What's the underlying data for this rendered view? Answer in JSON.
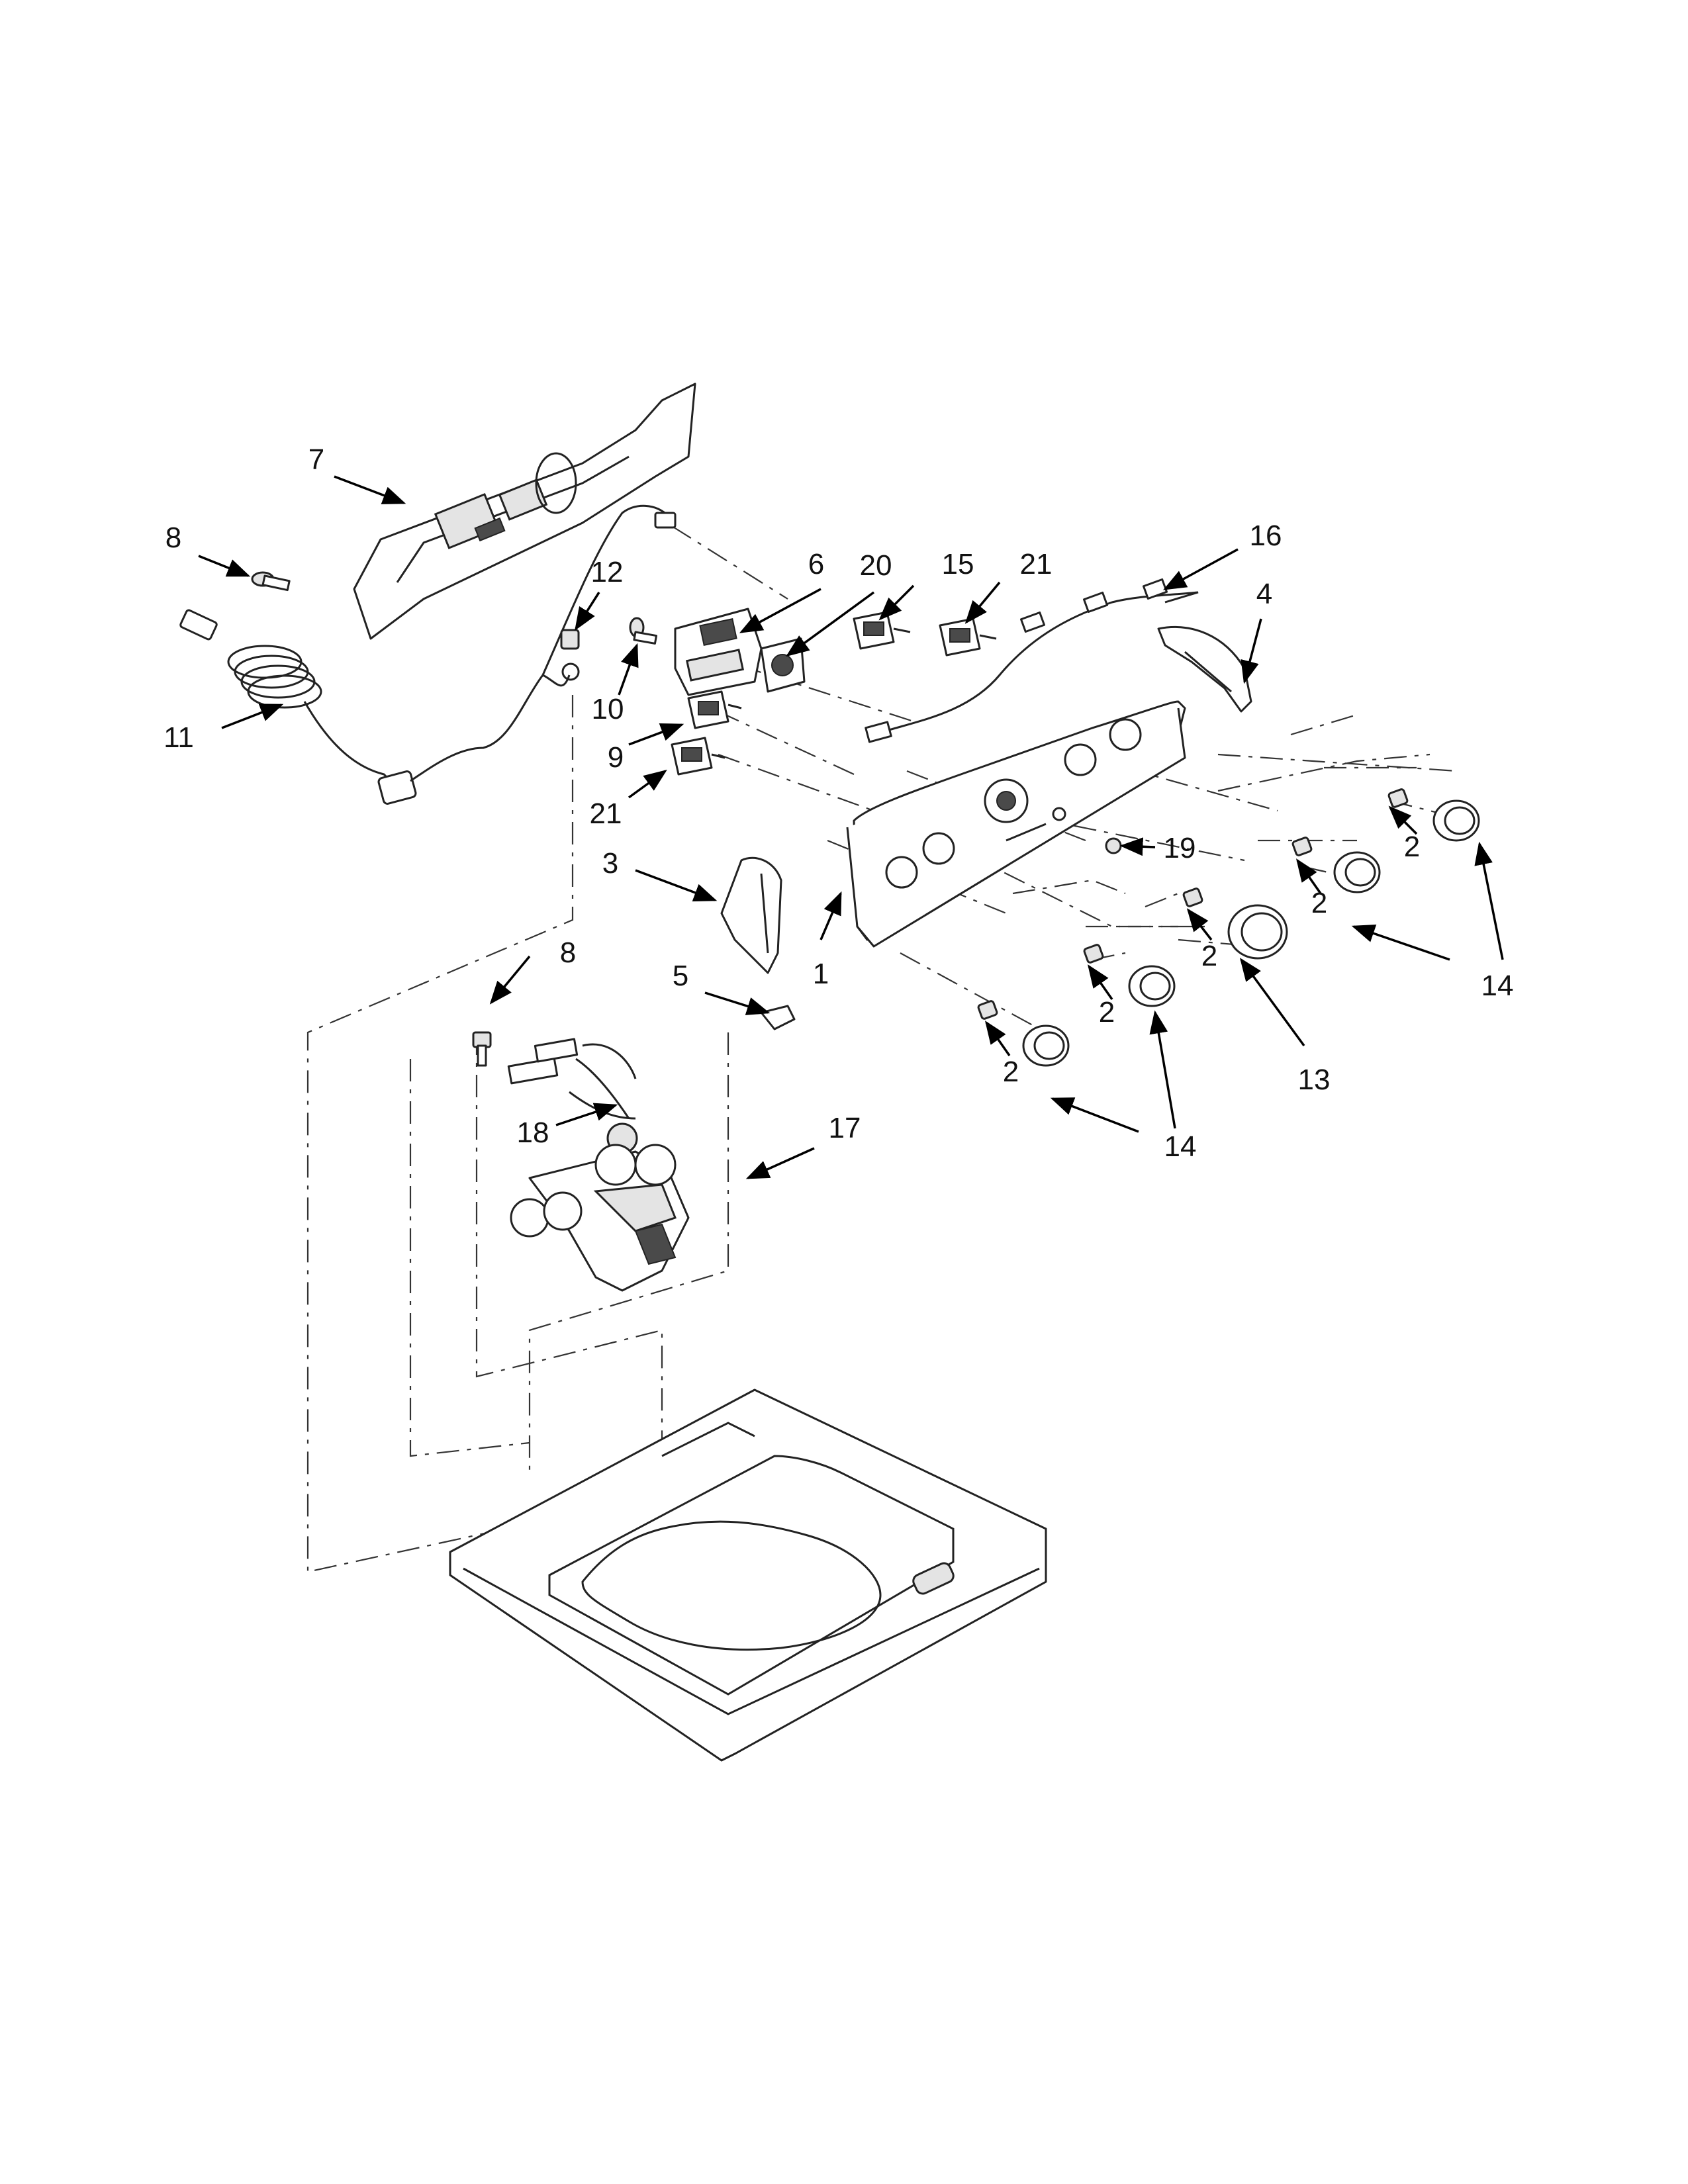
{
  "callouts": [
    {
      "id": "c7",
      "text": "7"
    },
    {
      "id": "c8a",
      "text": "8"
    },
    {
      "id": "c12",
      "text": "12"
    },
    {
      "id": "c11",
      "text": "11"
    },
    {
      "id": "c10",
      "text": "10"
    },
    {
      "id": "c9",
      "text": "9"
    },
    {
      "id": "c21a",
      "text": "21"
    },
    {
      "id": "c6",
      "text": "6"
    },
    {
      "id": "c20",
      "text": "20"
    },
    {
      "id": "c15",
      "text": "15"
    },
    {
      "id": "c21b",
      "text": "21"
    },
    {
      "id": "c16",
      "text": "16"
    },
    {
      "id": "c4",
      "text": "4"
    },
    {
      "id": "c3",
      "text": "3"
    },
    {
      "id": "c5",
      "text": "5"
    },
    {
      "id": "c1",
      "text": "1"
    },
    {
      "id": "c19",
      "text": "19"
    },
    {
      "id": "c2a",
      "text": "2"
    },
    {
      "id": "c2b",
      "text": "2"
    },
    {
      "id": "c2c",
      "text": "2"
    },
    {
      "id": "c2d",
      "text": "2"
    },
    {
      "id": "c2e",
      "text": "2"
    },
    {
      "id": "c14a",
      "text": "14"
    },
    {
      "id": "c13",
      "text": "13"
    },
    {
      "id": "c14b",
      "text": "14"
    },
    {
      "id": "c8b",
      "text": "8"
    },
    {
      "id": "c18",
      "text": "18"
    },
    {
      "id": "c17",
      "text": "17"
    }
  ]
}
